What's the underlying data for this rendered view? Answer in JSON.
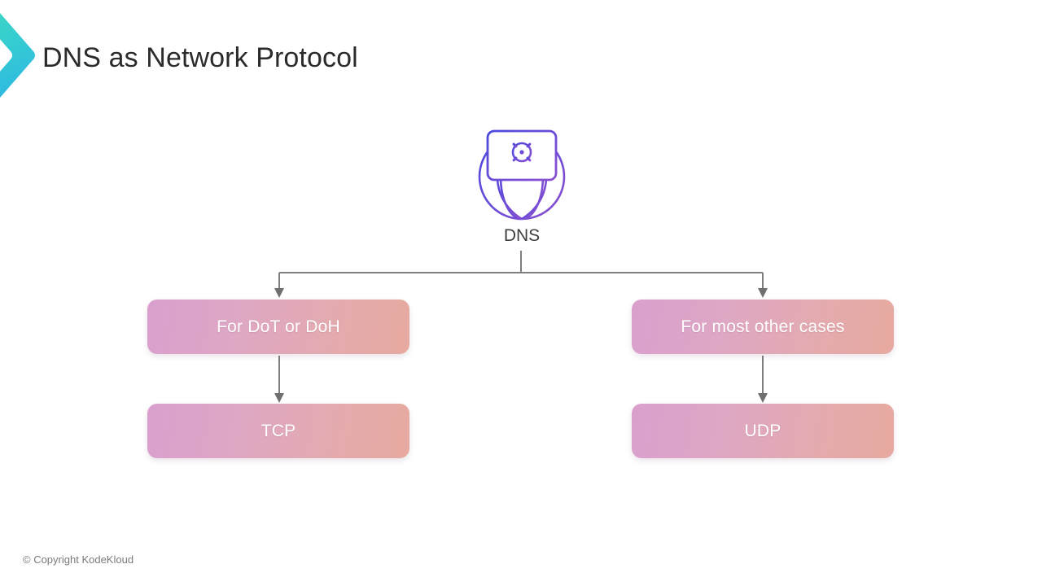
{
  "slide": {
    "title": "DNS as Network Protocol",
    "background_color": "#ffffff",
    "title_color": "#2b2b2b"
  },
  "brand": {
    "logo_icon": "chevron-right-icon",
    "gradient_from": "#3fd6c4",
    "gradient_to": "#2fc0de"
  },
  "diagram": {
    "root": {
      "icon": "dns-globe-monitor-gear-icon",
      "icon_color": "#5a4bdb",
      "icon_color_end": "#7b52d6",
      "label": "DNS",
      "label_color": "#3f3f3f"
    },
    "branches": [
      {
        "condition_label": "For DoT or DoH",
        "result_label": "TCP"
      },
      {
        "condition_label": "For most other cases",
        "result_label": "UDP"
      }
    ],
    "box_gradient_from": "#d9a0ce",
    "box_gradient_to": "#e6aa9f",
    "box_text_color": "#ffffff",
    "connector_color": "#7e7e7e"
  },
  "footer": {
    "copyright": "© Copyright KodeKloud",
    "color": "#7a7a7a"
  }
}
